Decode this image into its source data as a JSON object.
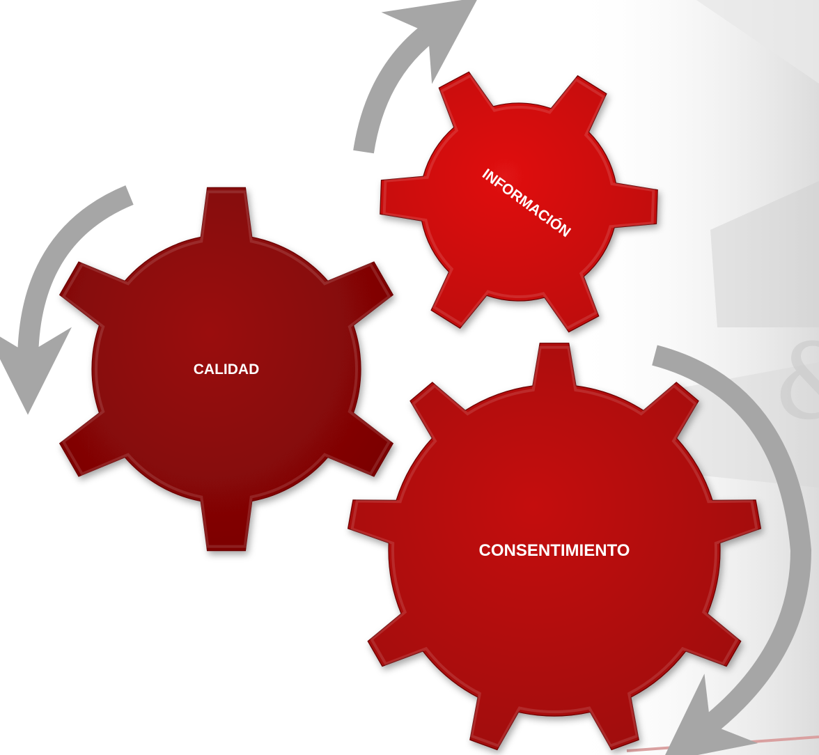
{
  "diagram": {
    "gears": [
      {
        "id": "calidad",
        "label": "CALIDAD",
        "color": "#8b0606",
        "teeth": 6,
        "rotation_direction": "counterclockwise"
      },
      {
        "id": "informacion",
        "label": "INFORMACIÓN",
        "color": "#d00c0c",
        "teeth": 6,
        "rotation_direction": "clockwise"
      },
      {
        "id": "consentimiento",
        "label": "CONSENTIMIENTO",
        "color": "#b30a0a",
        "teeth": 9,
        "rotation_direction": "clockwise"
      }
    ],
    "arrow_color": "#a6a6a6",
    "background_watermark": "&"
  }
}
